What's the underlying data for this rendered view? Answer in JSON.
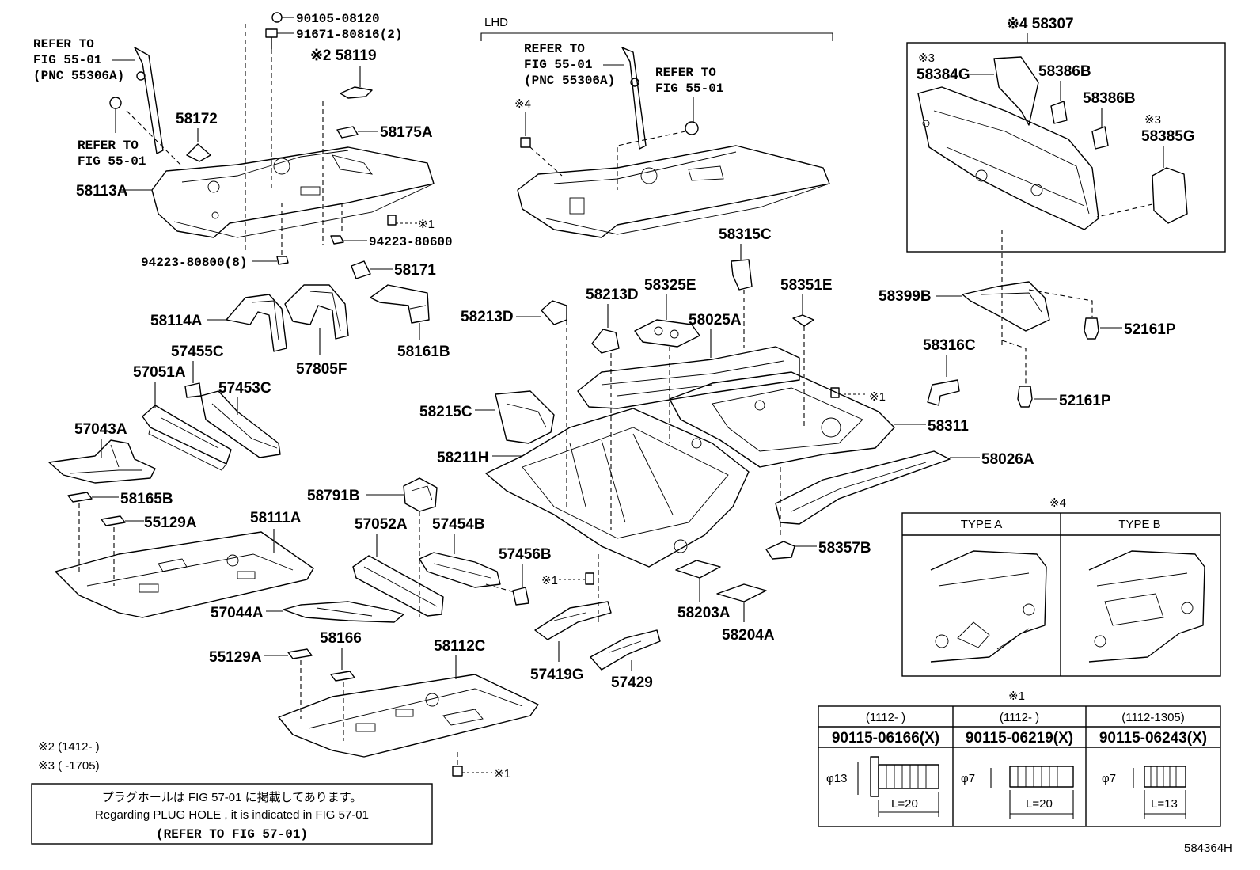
{
  "labels": {
    "p_90105_08120": "90105-08120",
    "p_91671_80816": "91671-80816(2)",
    "p_58119": "※2 58119",
    "p_58172": "58172",
    "p_58175A": "58175A",
    "p_58113A": "58113A",
    "p_94223_80600": "94223-80600",
    "p_94223_80800": "94223-80800(8)",
    "p_58171": "58171",
    "p_58114A": "58114A",
    "p_57805F": "57805F",
    "p_58161B": "58161B",
    "p_57455C": "57455C",
    "p_57051A": "57051A",
    "p_57453C": "57453C",
    "p_57043A": "57043A",
    "p_58165B": "58165B",
    "p_55129A_1": "55129A",
    "p_58111A": "58111A",
    "p_58791B": "58791B",
    "p_57052A": "57052A",
    "p_57454B": "57454B",
    "p_57456B": "57456B",
    "p_57044A": "57044A",
    "p_58166": "58166",
    "p_55129A_2": "55129A",
    "p_58112C": "58112C",
    "p_LHD": "LHD",
    "p_58315C": "58315C",
    "p_58213D_1": "58213D",
    "p_58213D_2": "58213D",
    "p_58325E": "58325E",
    "p_58351E": "58351E",
    "p_58025A": "58025A",
    "p_58215C": "58215C",
    "p_58311": "58311",
    "p_58211H": "58211H",
    "p_58026A": "58026A",
    "p_58357B": "58357B",
    "p_58203A": "58203A",
    "p_58204A": "58204A",
    "p_57419G": "57419G",
    "p_57429": "57429",
    "p_58307": "※4 58307",
    "p_58384G": "58384G",
    "p_58386B_1": "58386B",
    "p_58386B_2": "58386B",
    "p_58385G": "58385G",
    "p_58399B": "58399B",
    "p_52161P_1": "52161P",
    "p_58316C": "58316C",
    "p_52161P_2": "52161P",
    "m3_a": "※3",
    "m3_b": "※3",
    "m4_a": "※4",
    "m1_a": "※1",
    "m1_b": "※1",
    "m1_c": "※1",
    "m1_d": "※1"
  },
  "refs": {
    "r1_l1": "REFER TO",
    "r1_l2": "FIG 55-01",
    "r1_l3": "(PNC 55306A)",
    "r2_l1": "REFER TO",
    "r2_l2": "FIG 55-01",
    "r3_l1": "REFER TO",
    "r3_l2": "FIG 55-01",
    "r3_l3": "(PNC 55306A)",
    "r4_l1": "REFER TO",
    "r4_l2": "FIG 55-01"
  },
  "notes": {
    "n2": "※2 (1412-      )",
    "n3": "※3 (      -1705)"
  },
  "plug_box": {
    "line1": "プラグホールは FIG 57-01 に掲載してあります。",
    "line2": "Regarding PLUG HOLE , it is indicated in FIG 57-01",
    "line3": "(REFER TO FIG 57-01)"
  },
  "type_table": {
    "title": "※4",
    "col_a": "TYPE A",
    "col_b": "TYPE B"
  },
  "bolt_table": {
    "title": "※1",
    "dates": [
      "(1112-      )",
      "(1112-      )",
      "(1112-1305)"
    ],
    "parts": [
      "90115-06166(X)",
      "90115-06219(X)",
      "90115-06243(X)"
    ],
    "dia": [
      "φ13",
      "φ7",
      "φ7"
    ],
    "len": [
      "L=20",
      "L=20",
      "L=13"
    ]
  },
  "figure_id": "584364H"
}
